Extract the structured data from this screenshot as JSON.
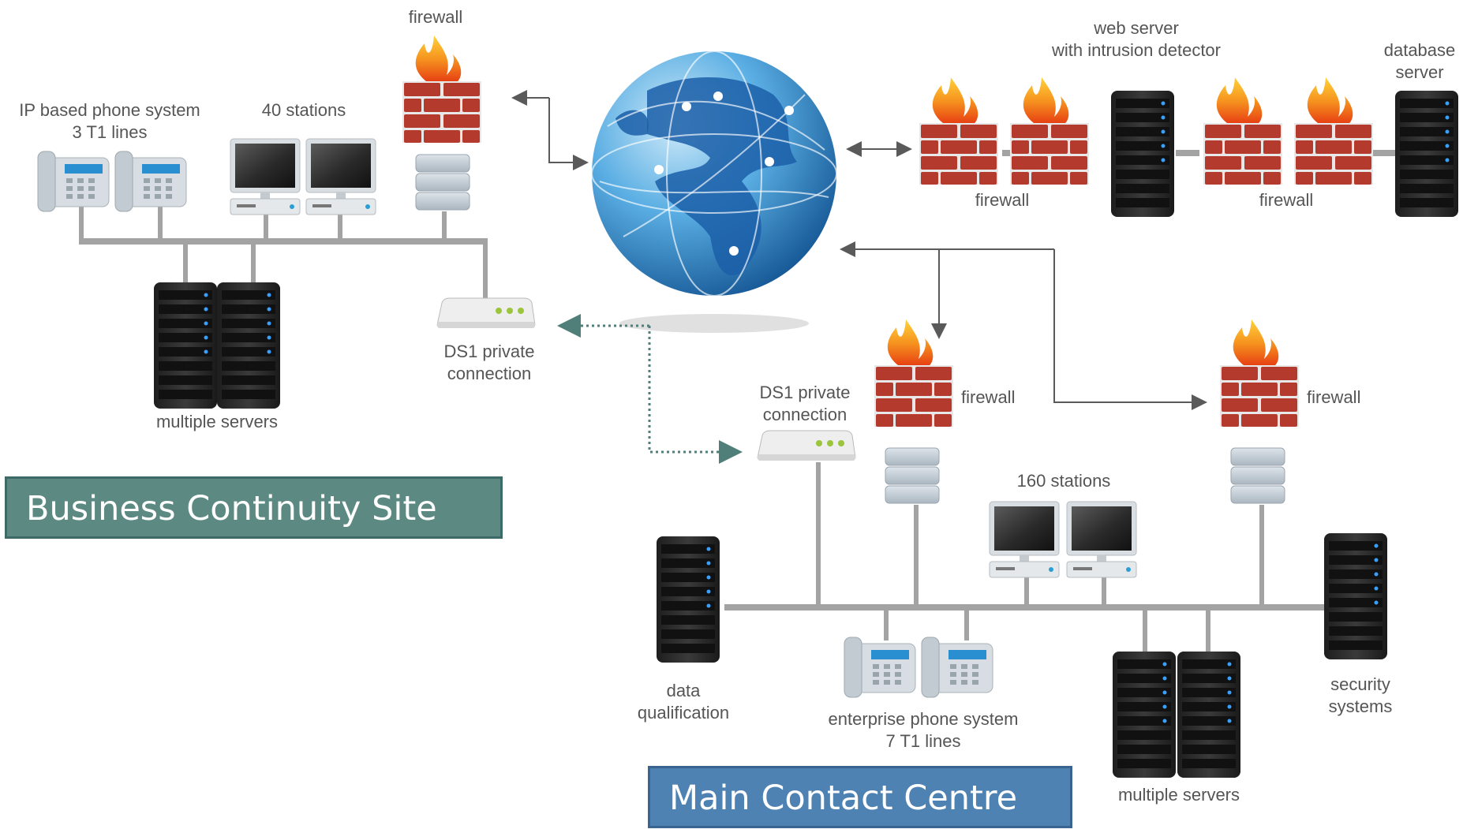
{
  "colors": {
    "bcs_box": "#5c8a83",
    "mcc_box": "#4e82b3",
    "line": "#a3a3a3",
    "arrow": "#5a5a5a",
    "dotted": "#4f7f78",
    "brick": "#b53a2e",
    "flame": "#f6931f",
    "globe": "#3b8fd1"
  },
  "labels": {
    "bcs_title": "Business Continuity Site",
    "mcc_title": "Main Contact Centre",
    "firewall": "firewall",
    "ip_phone_line1": "IP based phone system",
    "ip_phone_line2": "3 T1 lines",
    "stations_40": "40 stations",
    "multiple_servers": "multiple servers",
    "ds1_line1": "DS1 private",
    "ds1_line2": "connection",
    "web_server_line1": "web server",
    "web_server_line2": "with intrusion detector",
    "database_line1": "database",
    "database_line2": "server",
    "stations_160": "160 stations",
    "data_qual_line1": "data",
    "data_qual_line2": "qualification",
    "enterprise_line1": "enterprise phone system",
    "enterprise_line2": "7 T1 lines",
    "security_line1": "security",
    "security_line2": "systems"
  },
  "icons": {
    "phone": "desk-phone-icon",
    "station": "desktop-computer-icon",
    "server": "rack-server-icon",
    "firewall": "brick-firewall-icon",
    "modem": "modem-icon",
    "globe": "globe-icon"
  }
}
